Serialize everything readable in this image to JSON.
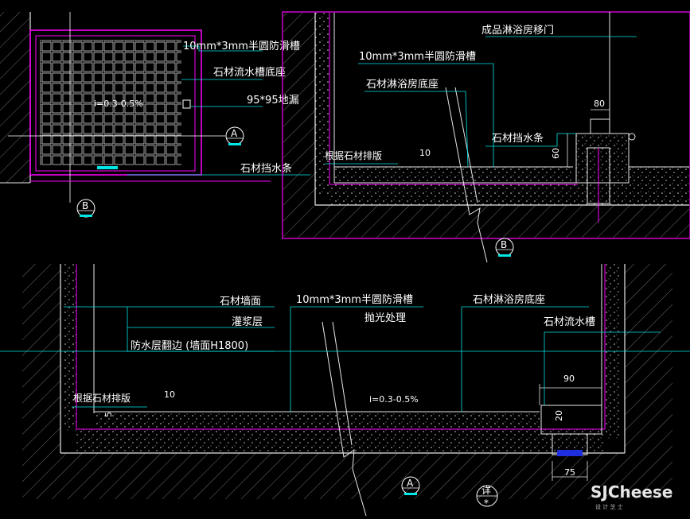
{
  "plan": {
    "labels": [
      "10mm*3mm半圆防滑槽",
      "石材流水槽底座",
      "95*95地漏",
      "石材挡水条"
    ],
    "slope_text": "i=0.3-0.5%",
    "marker_a": "A",
    "marker_b": "B"
  },
  "section_b": {
    "labels": [
      "成品淋浴房移门",
      "10mm*3mm半圆防滑槽",
      "石材淋浴房底座",
      "石材挡水条"
    ],
    "note": "根据石材排版",
    "dim_80": "80",
    "dim_60": "60",
    "dim_10": "10",
    "marker": "B"
  },
  "section_a": {
    "labels_left": [
      "石材墙面",
      "灌浆层",
      "防水层翻边 (墙面H1800)"
    ],
    "labels_mid": [
      "10mm*3mm半圆防滑槽",
      "抛光处理"
    ],
    "labels_right": [
      "石材淋浴房底座",
      "石材流水槽"
    ],
    "note": "根据石材排版",
    "slope_text": "i=0.3-0.5%",
    "dim_90": "90",
    "dim_75": "75",
    "dim_20": "20",
    "dim_10": "10",
    "dim_5": "5",
    "marker": "A",
    "detail_marker": "详",
    "detail_star": "*"
  },
  "watermark": {
    "brand": "SJCheese",
    "sub": "设 计 芝 士"
  },
  "colors": {
    "background": "#000000",
    "wall_lines": "#e8e8e8",
    "magenta": "#ff00ff",
    "cyan": "#00e5e5",
    "grid": "#bfbfbf"
  }
}
